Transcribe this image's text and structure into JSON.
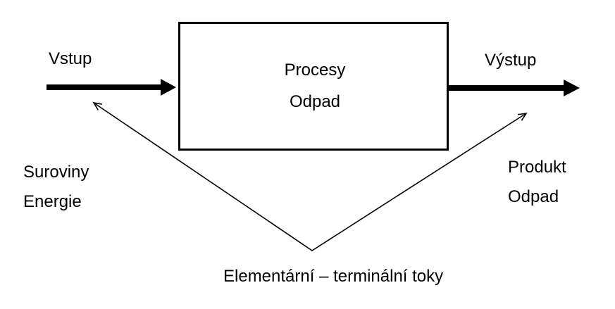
{
  "diagram": {
    "labels": {
      "input": "Vstup",
      "output": "Výstup",
      "process_line1": "Procesy",
      "process_line2": "Odpad",
      "input_detail_line1": "Suroviny",
      "input_detail_line2": "Energie",
      "output_detail_line1": "Produkt",
      "output_detail_line2": "Odpad",
      "caption": "Elementární – terminální toky"
    },
    "colors": {
      "line": "#000000",
      "background": "#ffffff",
      "text": "#000000"
    }
  }
}
